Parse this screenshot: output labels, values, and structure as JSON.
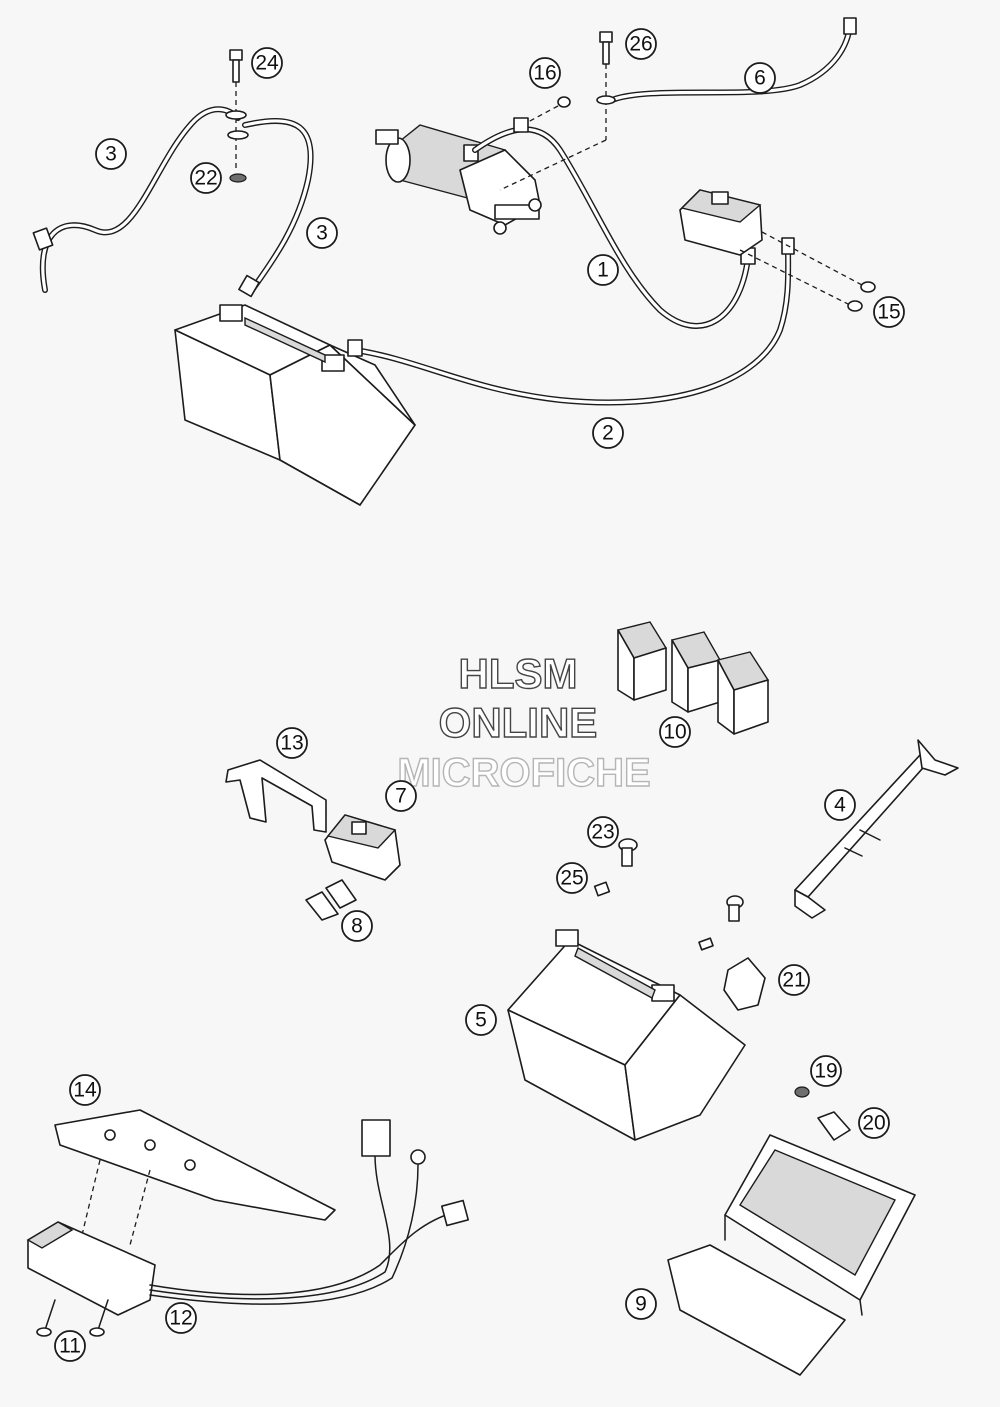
{
  "watermark": {
    "line1": "HLSM",
    "line2": "ONLINE",
    "line3": "MICROFICHE"
  },
  "callouts": [
    "1",
    "2",
    "3",
    "3",
    "4",
    "5",
    "6",
    "7",
    "8",
    "9",
    "10",
    "11",
    "12",
    "13",
    "14",
    "15",
    "16",
    "19",
    "20",
    "21",
    "22",
    "23",
    "24",
    "25",
    "26"
  ]
}
